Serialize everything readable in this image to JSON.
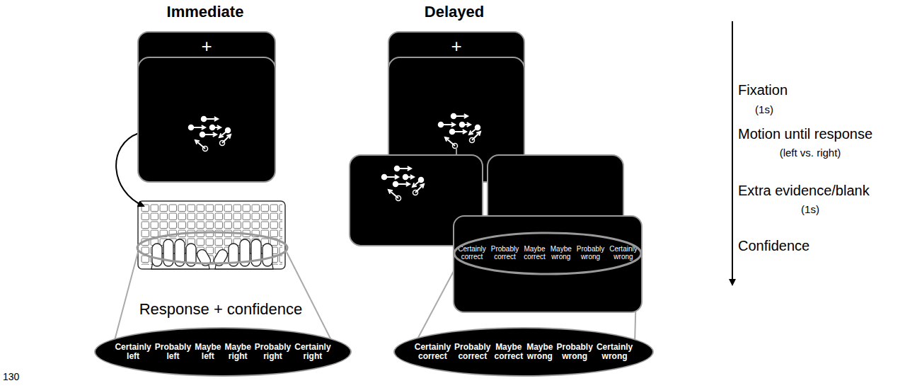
{
  "diagram": {
    "nodes": [
      {
        "text": [
          "+"
        ]
      },
      {
        "text": [
          "+"
        ]
      },
      {
        "text": [
          "Certainly correct",
          "Probably correct",
          "Maybe correct",
          "Maybe wrong",
          "Probably wrong",
          "Certainly wrong"
        ]
      },
      {
        "text": [
          "Certainly left",
          "Probably left",
          "Maybe left",
          "Maybe right",
          "Probably right",
          "Certainly right"
        ]
      },
      {
        "text": [
          "Certainly correct",
          "Probably correct",
          "Maybe correct",
          "Maybe wrong",
          "Probably wrong",
          "Certainly wrong"
        ]
      }
    ],
    "labels": [
      "Immediate",
      "Delayed",
      "Fixation",
      "(1s)",
      "Motion until response",
      "(left vs. right)",
      "Extra evidence/blank",
      "(1s)",
      "Confidence",
      "Response + confidence",
      "130"
    ]
  }
}
